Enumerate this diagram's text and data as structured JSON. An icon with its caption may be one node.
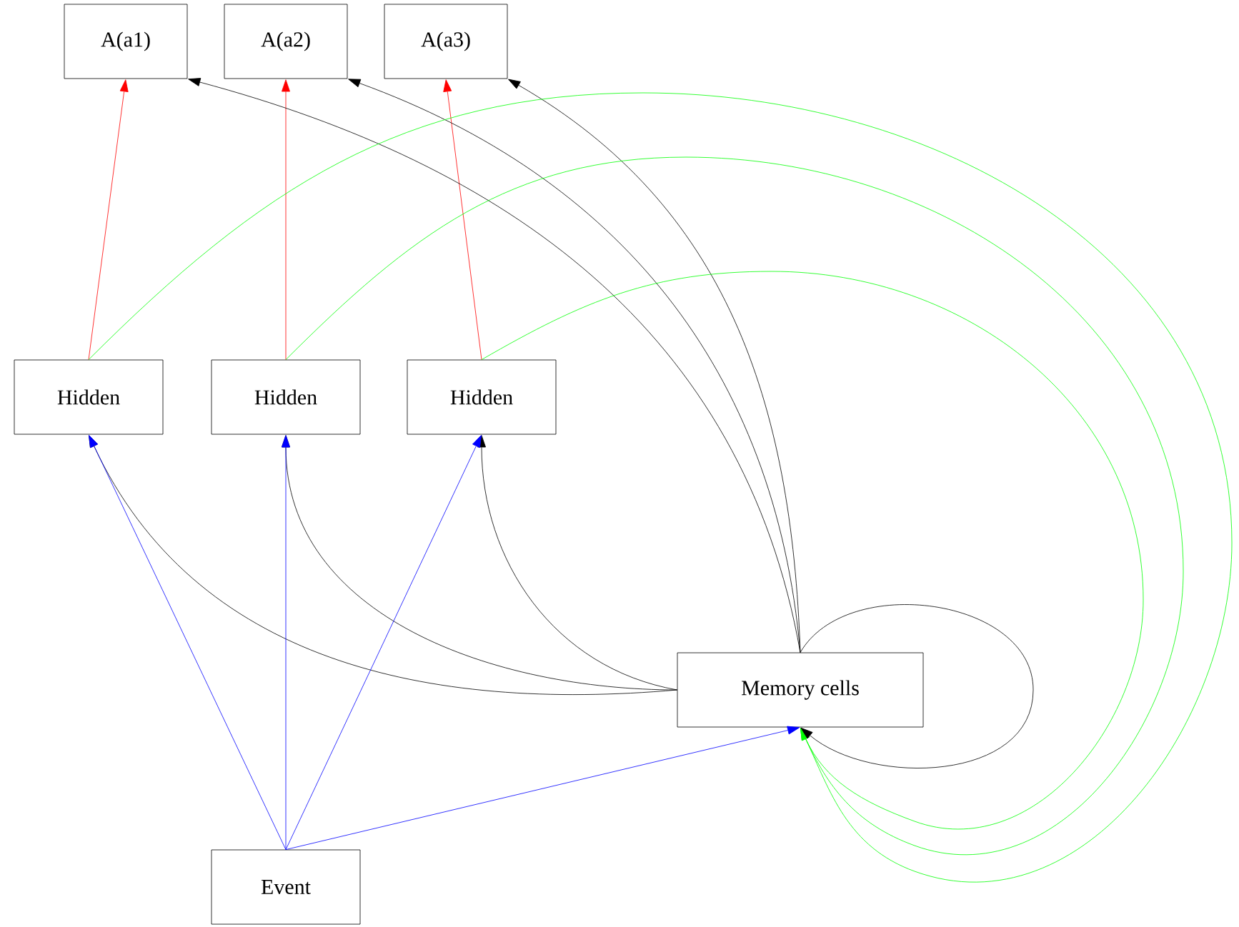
{
  "diagram": {
    "nodes": [
      {
        "text": [
          "A(a1)"
        ]
      },
      {
        "text": [
          "A(a2)"
        ]
      },
      {
        "text": [
          "A(a3)"
        ]
      },
      {
        "text": [
          "Hidden"
        ]
      },
      {
        "text": [
          "Hidden"
        ]
      },
      {
        "text": [
          "Hidden"
        ]
      },
      {
        "text": [
          "Memory cells"
        ]
      },
      {
        "text": [
          "Event"
        ]
      }
    ],
    "edges": [
      {
        "from": 3,
        "to": 0,
        "arrow": "to",
        "color": "#ff0000"
      },
      {
        "from": 4,
        "to": 1,
        "arrow": "to",
        "color": "#ff0000"
      },
      {
        "from": 5,
        "to": 2,
        "arrow": "to",
        "color": "#ff0000"
      },
      {
        "from": 6,
        "to": 0,
        "arrow": "to"
      },
      {
        "from": 6,
        "to": 1,
        "arrow": "to"
      },
      {
        "from": 6,
        "to": 2,
        "arrow": "to"
      },
      {
        "from": 3,
        "to": 6,
        "arrow": "to",
        "color": "#00ff00"
      },
      {
        "from": 4,
        "to": 6,
        "arrow": "to",
        "color": "#00ff00"
      },
      {
        "from": 5,
        "to": 6,
        "arrow": "to",
        "color": "#00ff00"
      },
      {
        "from": 6,
        "to": 3,
        "arrow": "to"
      },
      {
        "from": 6,
        "to": 4,
        "arrow": "to"
      },
      {
        "from": 6,
        "to": 5,
        "arrow": "to"
      },
      {
        "from": 7,
        "to": 3,
        "arrow": "to",
        "color": "#0000ff"
      },
      {
        "from": 7,
        "to": 4,
        "arrow": "to",
        "color": "#0000ff"
      },
      {
        "from": 7,
        "to": 5,
        "arrow": "to",
        "color": "#0000ff"
      },
      {
        "from": 7,
        "to": 6,
        "arrow": "to",
        "color": "#0000ff"
      },
      {
        "from": 6,
        "to": 6,
        "arrow": "to"
      }
    ]
  }
}
